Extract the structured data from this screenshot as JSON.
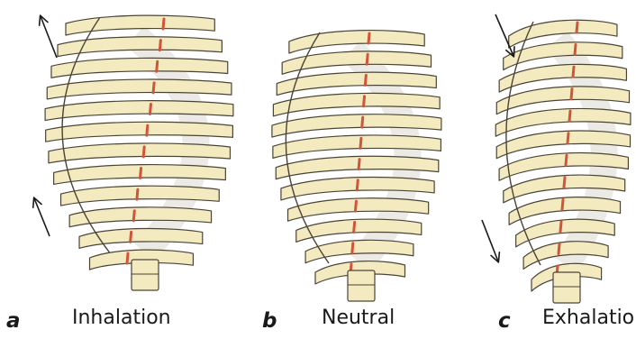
{
  "colors": {
    "bone_fill": "#f4eabf",
    "bone_stroke": "#4a4438",
    "sternum_line": "#d0553a",
    "shadow": "#c9c3b4",
    "arrow": "#1a1a1a"
  },
  "panels": [
    {
      "letter": "a",
      "caption": "Inhalation",
      "arrow_direction": "up"
    },
    {
      "letter": "b",
      "caption": "Neutral",
      "arrow_direction": "none"
    },
    {
      "letter": "c",
      "caption": "Exhalation",
      "arrow_direction": "down"
    }
  ]
}
